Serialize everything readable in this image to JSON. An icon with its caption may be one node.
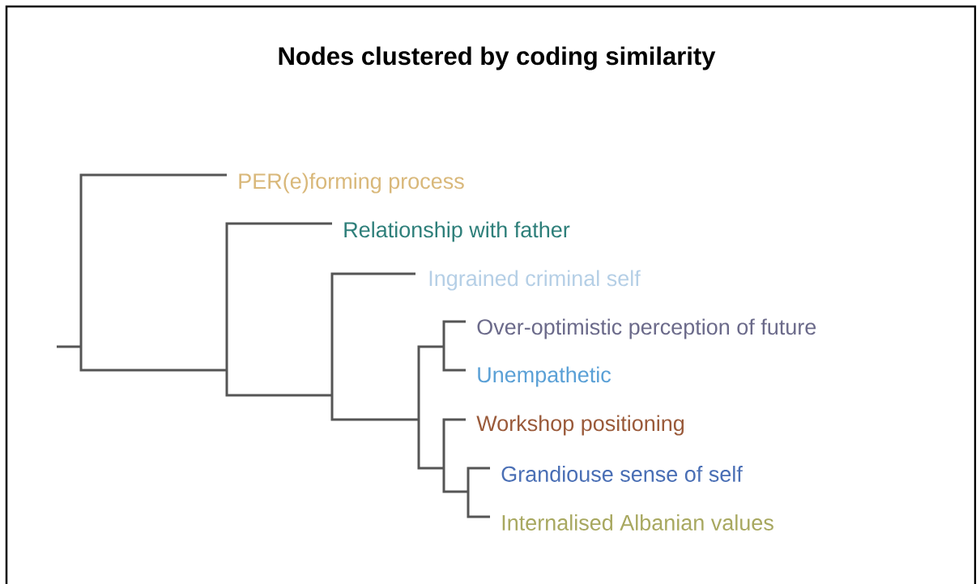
{
  "diagram": {
    "title": "Nodes clustered by coding similarity",
    "nodes": [
      {
        "text": [
          "PER(e)forming process"
        ]
      },
      {
        "text": [
          "Relationship with father"
        ]
      },
      {
        "text": [
          "Ingrained criminal self"
        ]
      },
      {
        "text": [
          "Over-optimistic perception of future"
        ]
      },
      {
        "text": [
          "Unempathetic"
        ]
      },
      {
        "text": [
          "Workshop positioning"
        ]
      },
      {
        "text": [
          "Grandiouse sense of self"
        ]
      },
      {
        "text": [
          "Internalised Albanian values"
        ]
      }
    ]
  }
}
